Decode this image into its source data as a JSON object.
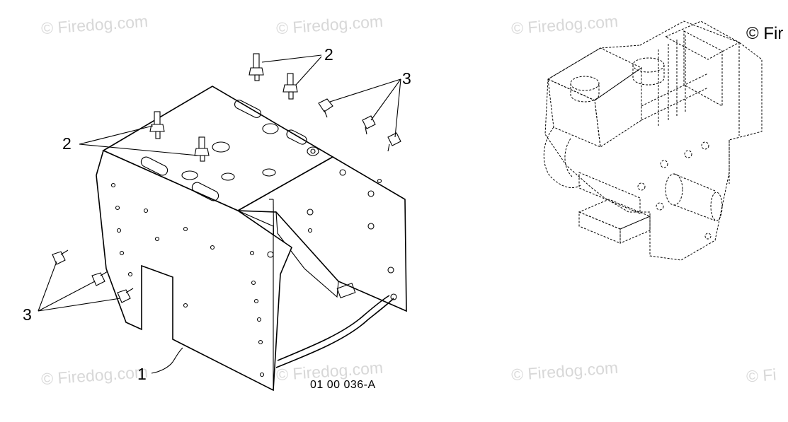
{
  "watermark": {
    "text": "© Firedog.com",
    "corner_text": "© Fir",
    "edge_text": "© Fi",
    "color": "#d8d8d8"
  },
  "callouts": {
    "part_1": "1",
    "part_2_top": "2",
    "part_2_left": "2",
    "part_3_top": "3",
    "part_3_left": "3"
  },
  "drawing_code": "01 00 036-A",
  "icons": {
    "frame": "frame-drawing-icon",
    "engine": "engine-drawing-icon"
  }
}
